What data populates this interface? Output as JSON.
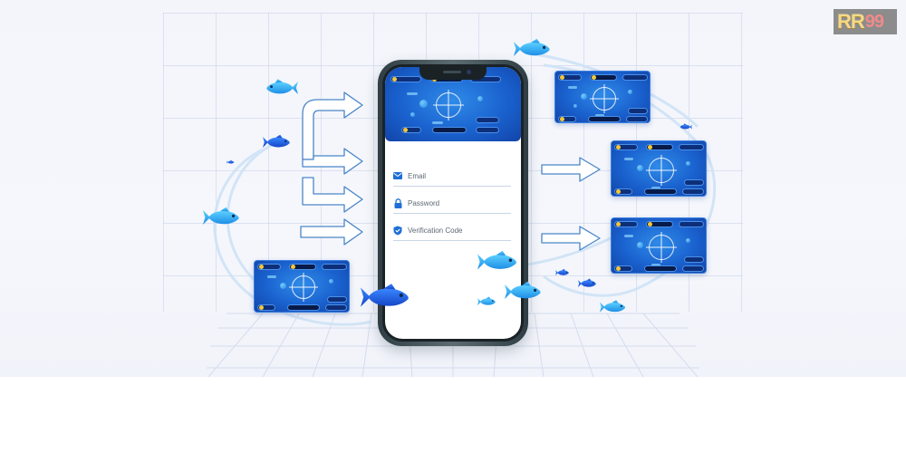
{
  "brand": {
    "logo_main": "RR",
    "logo_number": "99"
  },
  "login_form": {
    "fields": [
      {
        "label": "Email",
        "icon": "envelope-icon"
      },
      {
        "label": "Password",
        "icon": "lock-icon"
      },
      {
        "label": "Verification Code",
        "icon": "shield-check-icon"
      }
    ]
  },
  "game_hud": {
    "top_left": "",
    "top_center": "",
    "top_right": "",
    "side_label": "",
    "bottom_left": "",
    "bottom_center": "",
    "bottom_right": ""
  },
  "colors": {
    "accent_blue": "#1a62cf",
    "arrow_stroke": "#4a86c8",
    "fish_light": "#3fb6f2",
    "fish_dark": "#1d5fe0",
    "background": "#f3f5fb"
  },
  "game_cards": [
    {
      "id": "phone-screen"
    },
    {
      "id": "right-top"
    },
    {
      "id": "right-middle"
    },
    {
      "id": "right-bottom"
    },
    {
      "id": "left-bottom"
    }
  ]
}
